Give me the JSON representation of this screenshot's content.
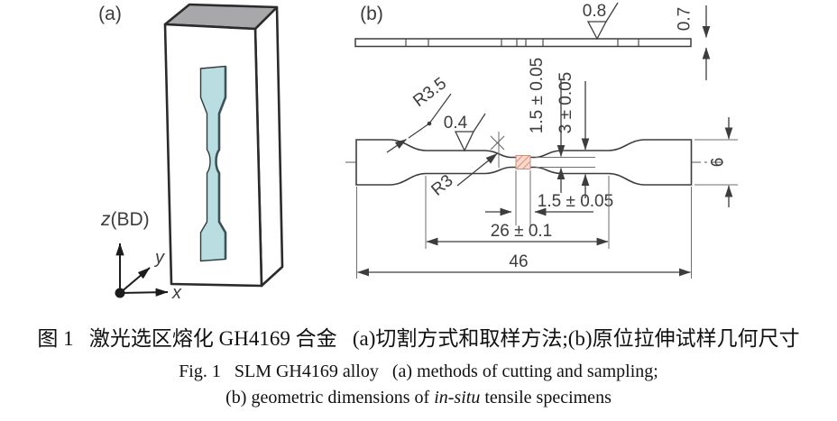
{
  "figure": {
    "panel_a": {
      "label": "(a)",
      "axes": {
        "z_var": "z",
        "z_suffix": "(BD)",
        "y": "y",
        "x": "x"
      }
    },
    "panel_b": {
      "label": "(b)",
      "roughness_top": "0.8",
      "thickness": "0.7",
      "shoulder_radius": "R3.5",
      "roughness_gauge": "0.4",
      "notch_radius": "R3",
      "notch_height": "1.5 ± 0.05",
      "gauge_height": "3 ± 0.05",
      "grip_width": "6",
      "notch_width": "1.5 ± 0.05",
      "gauge_length": "26 ± 0.1",
      "overall_length": "46"
    },
    "colors": {
      "line": "#3d3d3d",
      "specimen_fill": "#b9dde0",
      "box_top_fill": "#a8a8ab",
      "roi_fill": "#f8d9cd",
      "roi_hatch": "#dd9282"
    }
  },
  "caption": {
    "zh": "图 1   激光选区熔化 GH4169 合金   (a)切割方式和取样方法;(b)原位拉伸试样几何尺寸",
    "en_line1": "Fig. 1   SLM GH4169 alloy   (a) methods of cutting and sampling;",
    "en_line2_pre": "(b) geometric dimensions of ",
    "en_line2_italic": "in-situ",
    "en_line2_post": " tensile specimens"
  }
}
